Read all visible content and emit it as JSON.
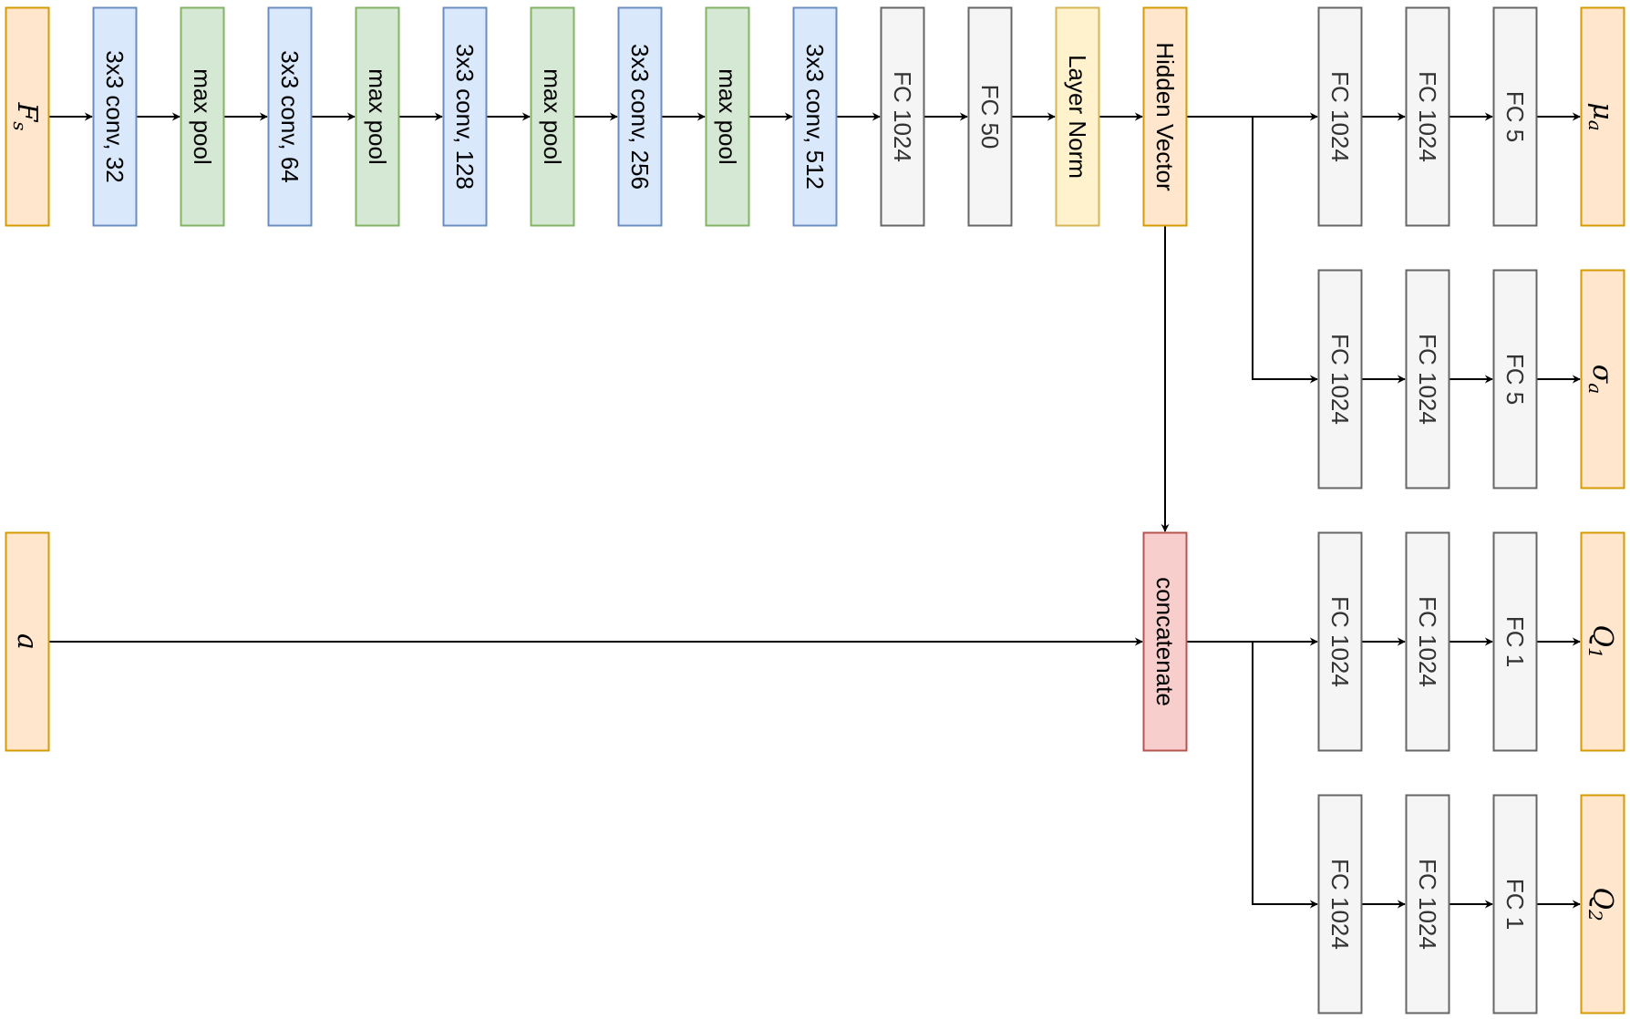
{
  "colors": {
    "input": {
      "fill": "#ffe6cc",
      "stroke": "#d79b00"
    },
    "conv": {
      "fill": "#dae8fc",
      "stroke": "#6c8ebf"
    },
    "pool": {
      "fill": "#d5e8d4",
      "stroke": "#82b366"
    },
    "fc": {
      "fill": "#f5f5f5",
      "stroke": "#666666",
      "text": "#333333"
    },
    "norm": {
      "fill": "#fff2cc",
      "stroke": "#d6b656"
    },
    "concat": {
      "fill": "#f8cecc",
      "stroke": "#b85450"
    },
    "edge": "#000000"
  },
  "encoder": {
    "input": {
      "symbol": "F",
      "sub": "s"
    },
    "conv1": "3x3 conv, 32",
    "pool1": "max pool",
    "conv2": "3x3 conv, 64",
    "pool2": "max pool",
    "conv3": "3x3 conv, 128",
    "pool3": "max pool",
    "conv4": "3x3 conv, 256",
    "pool4": "max pool",
    "conv5": "3x3 conv, 512",
    "fc1": "FC 1024",
    "fc2": "FC 50",
    "norm": "Layer Norm",
    "hidden": "Hidden Vector"
  },
  "action_input": {
    "symbol": "a"
  },
  "concat": "concatenate",
  "heads": {
    "mu": {
      "fc1": "FC 1024",
      "fc2": "FC 1024",
      "fc3": "FC 5",
      "out_symbol": "μ",
      "out_sub": "a"
    },
    "sigma": {
      "fc1": "FC 1024",
      "fc2": "FC 1024",
      "fc3": "FC 5",
      "out_symbol": "σ",
      "out_sub": "a"
    },
    "q1": {
      "fc1": "FC 1024",
      "fc2": "FC 1024",
      "fc3": "FC 1",
      "out_symbol": "Q",
      "out_sub": "1"
    },
    "q2": {
      "fc1": "FC 1024",
      "fc2": "FC 1024",
      "fc3": "FC 1",
      "out_symbol": "Q",
      "out_sub": "2"
    }
  }
}
